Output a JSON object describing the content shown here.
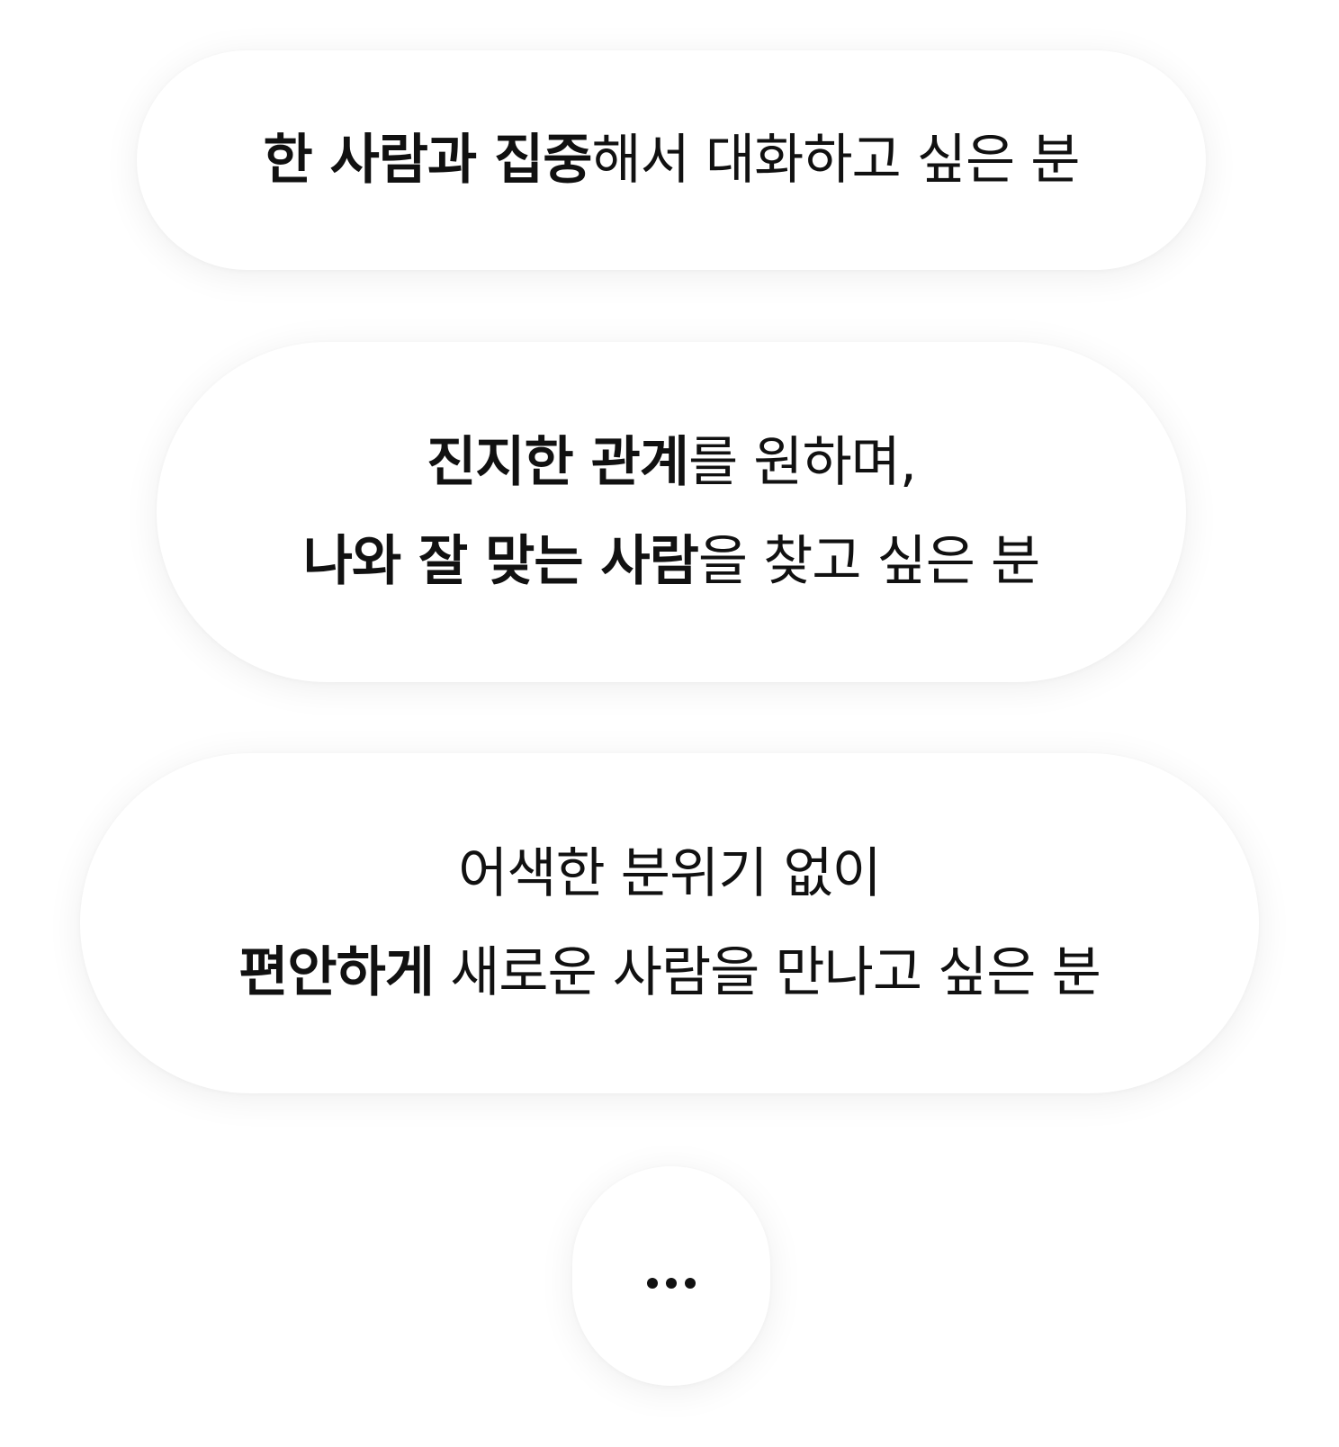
{
  "cards": [
    {
      "lines": [
        {
          "segments": [
            {
              "text": "한 사람과 집중",
              "bold": true
            },
            {
              "text": "해서 대화하고 싶은 분",
              "bold": false
            }
          ]
        }
      ]
    },
    {
      "lines": [
        {
          "segments": [
            {
              "text": "진지한 관계",
              "bold": true
            },
            {
              "text": "를 원하며,",
              "bold": false
            }
          ]
        },
        {
          "segments": [
            {
              "text": "나와 잘 맞는 사람",
              "bold": true
            },
            {
              "text": "을 찾고 싶은 분",
              "bold": false
            }
          ]
        }
      ]
    },
    {
      "lines": [
        {
          "segments": [
            {
              "text": "어색한 분위기 없이",
              "bold": false
            }
          ]
        },
        {
          "segments": [
            {
              "text": "편안하게",
              "bold": true
            },
            {
              "text": " 새로운 사람을 만나고 싶은 분",
              "bold": false
            }
          ]
        }
      ]
    }
  ],
  "more": {
    "icon": "ellipsis-icon"
  }
}
